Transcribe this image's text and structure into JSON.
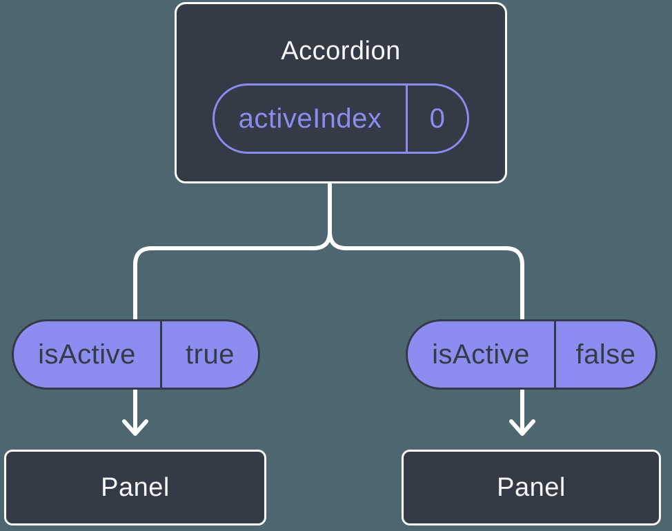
{
  "diagram": {
    "type": "component-tree",
    "root_node": {
      "title": "Accordion",
      "prop": {
        "name": "activeIndex",
        "value": "0"
      }
    },
    "children": [
      {
        "prop": {
          "name": "isActive",
          "value": "true"
        },
        "node_label": "Panel"
      },
      {
        "prop": {
          "name": "isActive",
          "value": "false"
        },
        "node_label": "Panel"
      }
    ]
  },
  "colors": {
    "background": "#4e6670",
    "node_fill": "#343a46",
    "node_border": "#fdfdfd",
    "pill_fill": "#8b8df0",
    "pill_border": "#343a46",
    "accent_purple": "#8a8dee",
    "text_light": "#f6f7f9",
    "text_dark": "#343a46",
    "connector": "#ffffff"
  }
}
